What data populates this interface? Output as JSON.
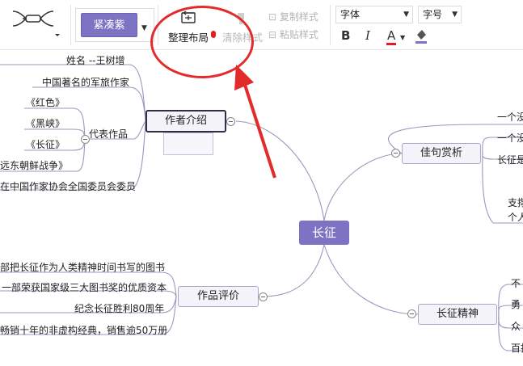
{
  "toolbar": {
    "style_button": "紧凑紫",
    "tidy_layout": "整理布局",
    "clear_style": "清除样式",
    "copy_style": "复制样式",
    "paste_style": "粘贴样式",
    "font_placeholder": "字体",
    "size_placeholder": "字号",
    "bold": "B",
    "italic": "I",
    "font_color": "A",
    "accent_color": "#7c73c3",
    "annotation_color": "#e22b2b"
  },
  "map": {
    "root": "长征",
    "author_intro": {
      "label": "作者介绍",
      "children": [
        "姓名  --王树增",
        "中国著名的军旅作家",
        "代表作品",
        "在中国作家协会全国委员会委员"
      ],
      "works": [
        "《红色》",
        "《黑峡》",
        "《长征》",
        "远东朝鲜战争》"
      ]
    },
    "works_review": {
      "label": "作品评价",
      "children": [
        "部把长征作为人类精神时间书写的图书",
        "一部荣获国家级三大图书奖的优质资本",
        "纪念长征胜利80周年",
        "畅销十年的非虚构经典，销售逾50万册"
      ]
    },
    "quotes": {
      "label": "佳句赏析",
      "children": [
        "一个没",
        "一个没",
        "长征是",
        "支撑",
        "个人"
      ]
    },
    "spirit": {
      "label": "长征精神",
      "children": [
        "不",
        "勇",
        "众",
        "百折"
      ]
    }
  }
}
